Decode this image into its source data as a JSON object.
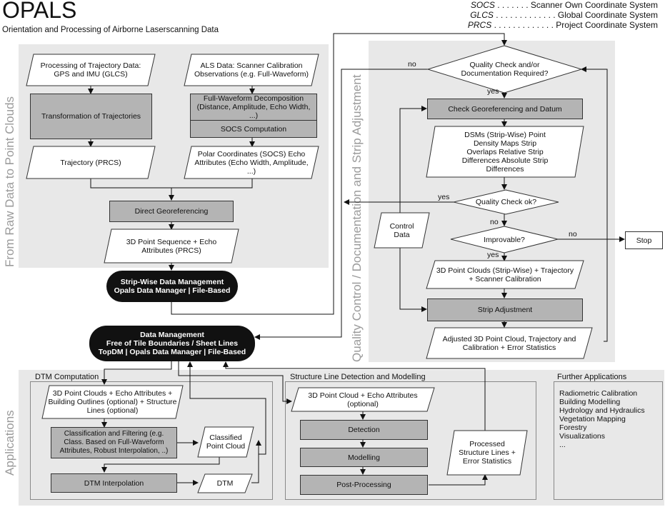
{
  "header": {
    "title": "OPALS",
    "subtitle": "Orientation and Processing of Airborne Laserscanning Data"
  },
  "legend": [
    {
      "abbr": "SOCS",
      "dots": " . . . . . . . ",
      "full": "Scanner Own Coordinate System"
    },
    {
      "abbr": "GLCS",
      "dots": " . . . . . . . . . . . . . ",
      "full": "Global Coordinate System"
    },
    {
      "abbr": "PRCS",
      "dots": " . . . . . . . . . . . . . ",
      "full": "Project Coordinate System"
    }
  ],
  "side_labels": {
    "raw": "From Raw Data to Point Clouds",
    "qc": "Quality Control / Documentation and Strip Adjustment",
    "apps": "Applications"
  },
  "raw": {
    "traj_input": "Processing of Trajectory Data: GPS and IMU (GLCS)",
    "transform": "Transformation of Trajectories",
    "trajectory": "Trajectory (PRCS)",
    "als_input": "ALS Data: Scanner Calibration Observations (e.g. Full-Waveform)",
    "fw_decomp": "Full-Waveform Decomposition (Distance, Amplitude, Echo Width, ...)",
    "socs_comp": "SOCS Computation",
    "polar": "Polar Coordinates (SOCS) Echo Attributes (Echo Width, Amplitude, ...)",
    "direct_geo": "Direct Georeferencing",
    "point_seq": "3D Point Sequence + Echo Attributes (PRCS)",
    "strip_dm_1": "Strip-Wise Data Management",
    "strip_dm_2": "Opals Data Manager | File-Based"
  },
  "qc": {
    "quality_check": "Quality Check and/or Documentation Required?",
    "no1": "no",
    "yes1": "yes",
    "check_geo": "Check Georeferencing and Datum",
    "dsms": "DSMs (Strip-Wise) Point Density Maps Strip Overlaps Relative Strip Differences Absolute Strip Differences",
    "qc_ok": "Quality Check ok?",
    "yes2": "yes",
    "no2": "no",
    "improvable": "Improvable?",
    "no3": "no",
    "yes3": "yes",
    "stop": "Stop",
    "control_data": "Control Data",
    "clouds_strip": "3D Point Clouds (Strip-Wise) + Trajectory + Scanner Calibration",
    "strip_adj": "Strip Adjustment",
    "adjusted": "Adjusted 3D Point Cloud, Trajectory and Calibration + Error Statistics"
  },
  "dm": {
    "line1": "Data Management",
    "line2": "Free of Tile Boundaries / Sheet Lines",
    "line3": "TopDM | Opals Data Manager | File-Based"
  },
  "dtm": {
    "title": "DTM Computation",
    "input": "3D Point Clouds + Echo Attributes + Building Outlines (optional) + Structure Lines (optional)",
    "classif": "Classification and Filtering (e.g. Class. Based on Full-Waveform Attributes, Robust Interpolation, ..)",
    "classified": "Classified Point Cloud",
    "interp": "DTM Interpolation",
    "dtm": "DTM"
  },
  "sl": {
    "title": "Structure Line Detection and Modelling",
    "input": "3D Point Cloud + Echo Attributes (optional)",
    "detection": "Detection",
    "modelling": "Modelling",
    "post": "Post-Processing",
    "processed": "Processed Structure Lines + Error Statistics"
  },
  "further": {
    "title": "Further Applications",
    "items": [
      "Radiometric Calibration",
      "Building Modelling",
      "Hydrology and Hydraulics",
      "Vegetation Mapping",
      "Forestry",
      "Visualizations",
      "..."
    ]
  }
}
